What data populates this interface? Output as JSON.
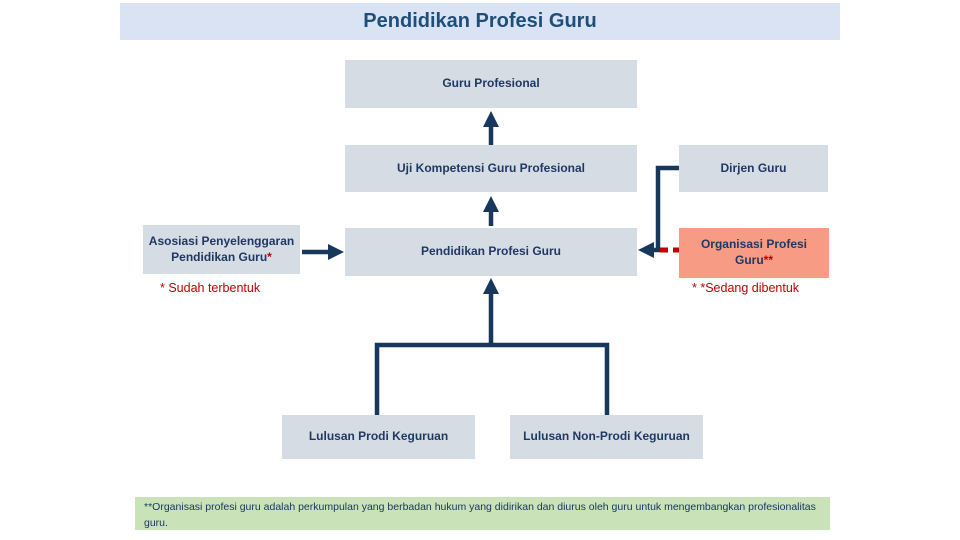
{
  "page": {
    "title": "Pendidikan Profesi Guru"
  },
  "diagram": {
    "nodes": {
      "guru_profesional": "Guru Profesional",
      "uji_kompetensi": "Uji Kompetensi Guru Profesional",
      "pendidikan_profesi": "Pendidikan Profesi Guru",
      "dirjen_guru": "Dirjen Guru",
      "organisasi_profesi": "Organisasi Profesi Guru",
      "organisasi_marker": "**",
      "asosiasi": "Asosiasi Penyelenggaran Pendidikan Guru",
      "asosiasi_marker": "*",
      "lulusan_prodi": "Lulusan Prodi Keguruan",
      "lulusan_non_prodi": "Lulusan Non-Prodi Keguruan"
    },
    "notes": {
      "sudah_terbentuk": "* Sudah terbentuk",
      "sedang_dibentuk": "* *Sedang dibentuk",
      "footnote": "**Organisasi profesi guru adalah perkumpulan yang berbadan hukum yang didirikan dan diurus oleh guru untuk mengembangkan profesionalitas guru."
    },
    "colors": {
      "title_bg": "#dae3f3",
      "box_bg": "#d6dce4",
      "accent_box_bg": "#f79b85",
      "footnote_bg": "#c9e2b8",
      "line": "#17375d",
      "text": "#1f3864",
      "red": "#c00000"
    }
  }
}
